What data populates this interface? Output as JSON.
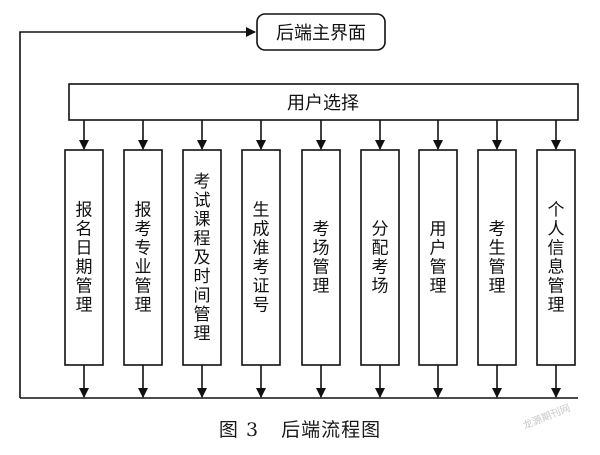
{
  "diagram": {
    "top_node": "后端主界面",
    "bar_label": "用户选择",
    "modules": [
      "报名日期管理",
      "报考专业管理",
      "考试课程及时间管理",
      "生成准考证号",
      "考场管理",
      "分配考场",
      "用户管理",
      "考生管理",
      "个人信息管理"
    ]
  },
  "caption": {
    "figure_number": "图 3",
    "title": "后端流程图"
  },
  "watermark": "龙源期刊网"
}
